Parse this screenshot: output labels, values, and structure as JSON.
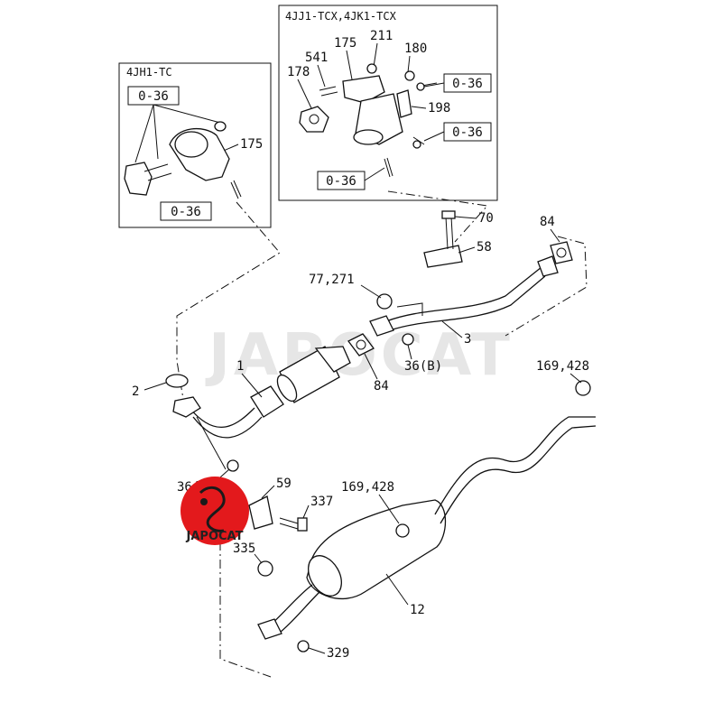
{
  "watermark": "JAPOCAT",
  "logo": {
    "text": "JAPOCAT",
    "color": "#e3191c"
  },
  "insets": {
    "left": {
      "title": "4JH1-TC",
      "ref_top": "0-36",
      "ref_bottom": "0-36",
      "part": "175"
    },
    "right": {
      "title": "4JJ1-TCX,4JK1-TCX",
      "parts": {
        "p175": "175",
        "p211": "211",
        "p180": "180",
        "p541": "541",
        "p178": "178",
        "p198": "198"
      },
      "ref_a": "0-36",
      "ref_b": "0-36",
      "ref_c": "0-36"
    }
  },
  "callouts": {
    "c70": "70",
    "c84a": "84",
    "c58": "58",
    "c77": "77,271",
    "c3": "3",
    "c84b": "84",
    "c36b": "36(B)",
    "c1": "1",
    "c2": "2",
    "c169a": "169,428",
    "c36a": "36(A)",
    "c59": "59",
    "c337": "337",
    "c169b": "169,428",
    "c335": "335",
    "c12": "12",
    "c329": "329"
  }
}
